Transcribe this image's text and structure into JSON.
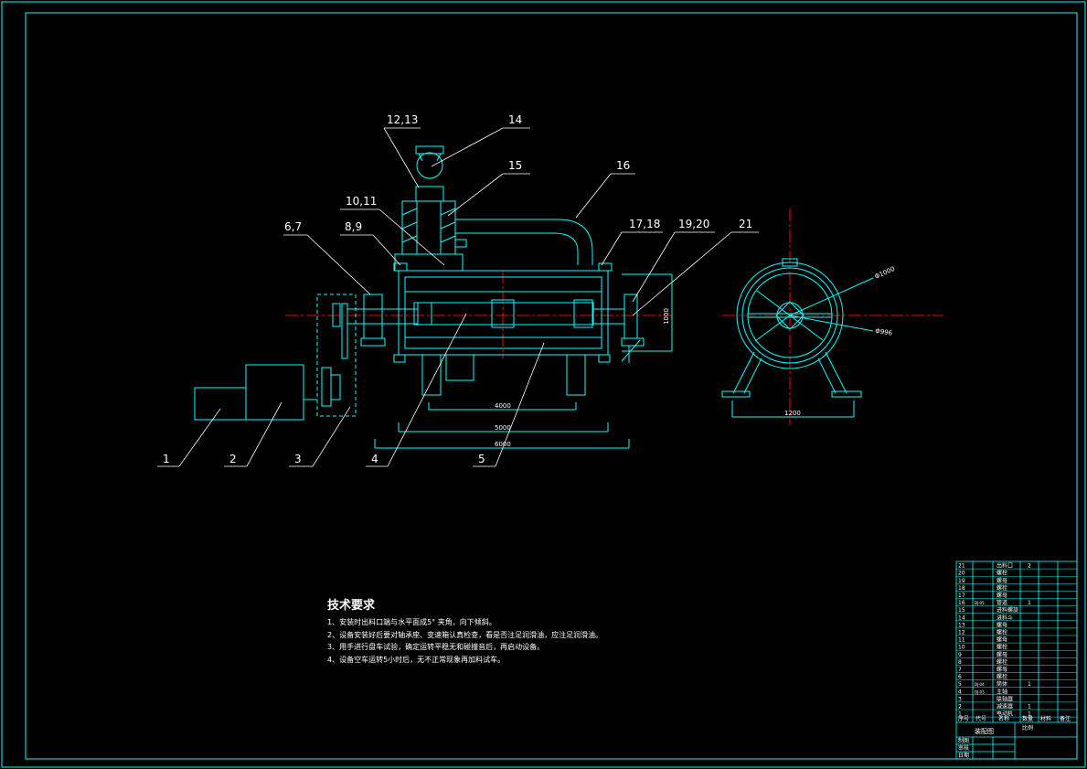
{
  "callouts": {
    "c1": "1",
    "c2": "2",
    "c3": "3",
    "c4": "4",
    "c5": "5",
    "c67": "6,7",
    "c89": "8,9",
    "c1011": "10,11",
    "c1213": "12,13",
    "c14": "14",
    "c15": "15",
    "c16": "16",
    "c1718": "17,18",
    "c1920": "19,20",
    "c21": "21"
  },
  "dimensions": {
    "d4000": "4000",
    "d5000": "5000",
    "d6000": "6000",
    "d1000": "1000",
    "d1200": "1200",
    "dphi1000": "Φ1000",
    "dphi996": "Φ996"
  },
  "tech": {
    "title": "技术要求",
    "lines": [
      "1、安装时出料口端与水平面成5° 夹角，向下倾斜。",
      "2、设备安装好后要对轴承座、变速箱认真检查，看是否注足润滑油，应注足润滑油。",
      "3、用手进行盘车试验，确定运转平稳无和碰撞音后，再启动设备。",
      "4、设备空车运转5小时后，无不正常现象再加料试车。"
    ]
  },
  "bom": {
    "rows": [
      {
        "no": "21",
        "code": "",
        "name": "出料口",
        "qty": "2"
      },
      {
        "no": "20",
        "code": "",
        "name": "螺栓",
        "qty": ""
      },
      {
        "no": "19",
        "code": "",
        "name": "螺母",
        "qty": ""
      },
      {
        "no": "18",
        "code": "",
        "name": "螺栓",
        "qty": ""
      },
      {
        "no": "17",
        "code": "",
        "name": "螺母",
        "qty": ""
      },
      {
        "no": "16",
        "code": "DJ-05",
        "name": "管道",
        "qty": "1"
      },
      {
        "no": "15",
        "code": "",
        "name": "进料螺旋",
        "qty": ""
      },
      {
        "no": "14",
        "code": "",
        "name": "进料斗",
        "qty": ""
      },
      {
        "no": "13",
        "code": "",
        "name": "螺母",
        "qty": ""
      },
      {
        "no": "12",
        "code": "",
        "name": "螺栓",
        "qty": ""
      },
      {
        "no": "11",
        "code": "",
        "name": "螺母",
        "qty": ""
      },
      {
        "no": "10",
        "code": "",
        "name": "螺栓",
        "qty": ""
      },
      {
        "no": "9",
        "code": "",
        "name": "螺母",
        "qty": ""
      },
      {
        "no": "8",
        "code": "",
        "name": "螺栓",
        "qty": ""
      },
      {
        "no": "7",
        "code": "",
        "name": "螺母",
        "qty": ""
      },
      {
        "no": "6",
        "code": "",
        "name": "螺栓",
        "qty": ""
      },
      {
        "no": "5",
        "code": "DJ-04",
        "name": "筒体",
        "qty": "1"
      },
      {
        "no": "4",
        "code": "DJ-03",
        "name": "主轴",
        "qty": ""
      },
      {
        "no": "3",
        "code": "",
        "name": "联轴器",
        "qty": ""
      },
      {
        "no": "2",
        "code": "",
        "name": "减速器",
        "qty": "1"
      },
      {
        "no": "1",
        "code": "",
        "name": "电动机",
        "qty": "1"
      }
    ],
    "headers": {
      "no": "序号",
      "code": "代号",
      "name": "名称",
      "qty": "数量",
      "material": "材料",
      "note": "备注"
    },
    "title": "装配图",
    "scale_label": "比例",
    "sign": [
      "制图",
      "审核",
      "日期"
    ]
  },
  "colors": {
    "line": "#00ffff",
    "center": "#ff0000",
    "text": "#ffffff",
    "border": "#00ffff"
  }
}
